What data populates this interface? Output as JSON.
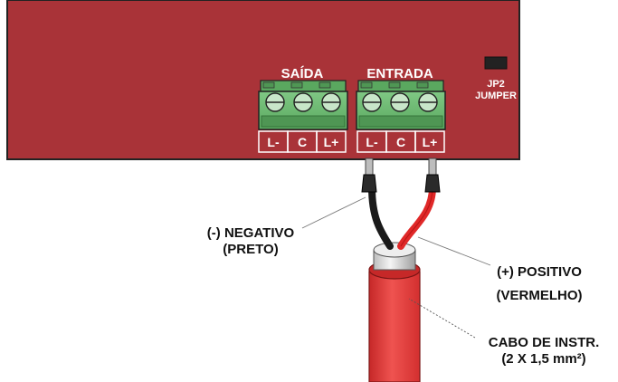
{
  "board": {
    "saida_label": "SAÍDA",
    "entrada_label": "ENTRADA",
    "jumper_id": "JP2",
    "jumper_label": "JUMPER",
    "saida_terminals": [
      "L-",
      "C",
      "L+"
    ],
    "entrada_terminals": [
      "L-",
      "C",
      "L+"
    ]
  },
  "callouts": {
    "negative_line1": "(-) NEGATIVO",
    "negative_line2": "(PRETO)",
    "positive_line1": "(+) POSITIVO",
    "positive_line2": "(VERMELHO)",
    "cable_line1": "CABO DE INSTR.",
    "cable_line2": "(2 X 1,5 mm²)"
  },
  "colors": {
    "board": "#a93338",
    "terminal_block": "#6dbb72",
    "wire_negative": "#1a1a1a",
    "wire_positive": "#e02828",
    "cable_jacket": "#e53935"
  }
}
